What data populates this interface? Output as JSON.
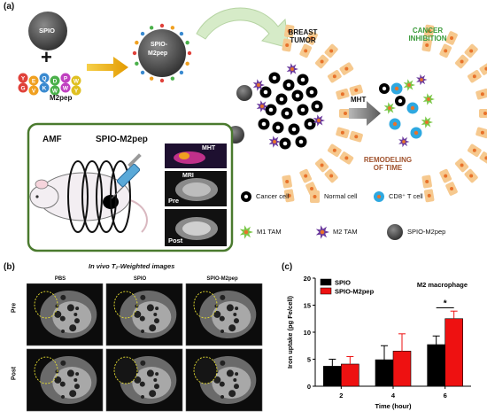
{
  "panel_a": {
    "label": "(a)",
    "spio_label": "SPIO",
    "plus": "+",
    "m2pep_label": "M2pep",
    "conjugate_label_line1": "SPIO-",
    "conjugate_label_line2": "M2pep",
    "peptide_letters": [
      "Y",
      "E",
      "Q",
      "D",
      "P",
      "W",
      "G",
      "V",
      "K",
      "W",
      "W",
      "Y"
    ],
    "breast_tumor_line1": "BREAST",
    "breast_tumor_line2": "TUMOR",
    "mht_arrow_label": "MHT",
    "cancer_inhibition_line1": "CANCER",
    "cancer_inhibition_line2": "INHIBITION",
    "remodeling_line1": "REMODELING",
    "remodeling_line2": "OF TIME",
    "amf_label": "AMF",
    "inset_title": "SPIO-M2pep",
    "inset_mht": "MHT",
    "inset_mri": "MRI",
    "inset_pre": "Pre",
    "inset_post": "Post",
    "legend": {
      "cancer_cell": "Cancer cell",
      "normal_cell": "Normal cell",
      "cd8_cell": "CD8⁺ T cell",
      "m1_tam": "M1 TAM",
      "m2_tam": "M2 TAM",
      "spio_m2pep": "SPIO-M2pep"
    },
    "colors": {
      "tumor_cell": "#f6c98f",
      "nucleus": "#e8722a",
      "cancer": "#000000",
      "cd8": "#2ea8e0",
      "m1": "#7cc84a",
      "m2": "#6b3a9c",
      "amf_box": "#4a7a2e",
      "yellow_arrow": "#f0b400",
      "green_text": "#3a9a3a",
      "orange_text": "#a0522d"
    }
  },
  "panel_b": {
    "label": "(b)",
    "title": "In vivo T₂-Weighted images",
    "columns": [
      "PBS",
      "SPIO",
      "SPIO-M2pep"
    ],
    "rows": [
      "Pre",
      "Post"
    ]
  },
  "panel_c": {
    "label": "(c)",
    "chart_data": {
      "type": "bar",
      "categories": [
        "2",
        "4",
        "6"
      ],
      "series": [
        {
          "name": "SPIO",
          "values": [
            3.7,
            4.9,
            7.7
          ],
          "errors": [
            1.3,
            2.6,
            1.6
          ],
          "color": "#000000"
        },
        {
          "name": "SPIO-M2pep",
          "values": [
            4.1,
            6.5,
            12.5
          ],
          "errors": [
            1.4,
            3.2,
            1.4
          ],
          "color": "#ee1111"
        }
      ],
      "title": "M2 macrophage",
      "xlabel": "Time (hour)",
      "ylabel": "Iron uptake (pg Fe/cell)",
      "ylim": [
        0,
        20
      ],
      "yticks": [
        0,
        5,
        10,
        15,
        20
      ],
      "significance": "*",
      "legend": "top-left",
      "grid": false
    }
  }
}
